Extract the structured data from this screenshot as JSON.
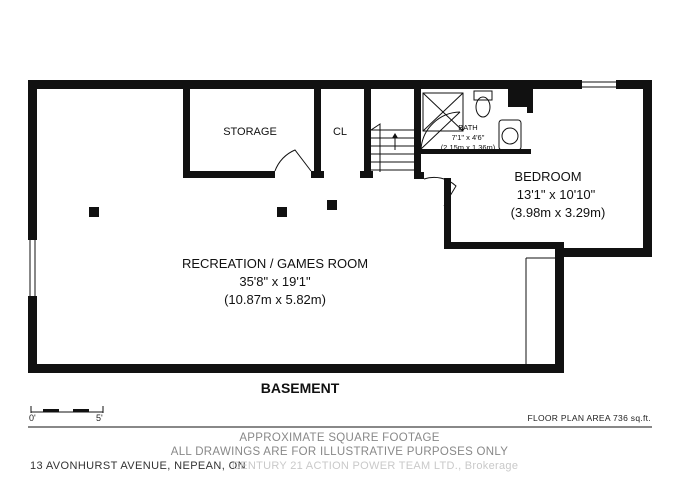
{
  "floor": {
    "title": "BASEMENT",
    "area_label": "FLOOR PLAN AREA 736 sq.ft."
  },
  "rooms": {
    "storage": {
      "name": "STORAGE"
    },
    "closet": {
      "name": "CL"
    },
    "bath": {
      "name": "BATH",
      "dim_imperial": "7'1\" x 4'6\"",
      "dim_metric": "(2.15m x 1.36m)"
    },
    "bedroom": {
      "name": "BEDROOM",
      "dim_imperial": "13'1\" x 10'10\"",
      "dim_metric": "(3.98m x 3.29m)"
    },
    "recreation": {
      "name": "RECREATION / GAMES ROOM",
      "dim_imperial": "35'8\" x 19'1\"",
      "dim_metric": "(10.87m x 5.82m)"
    }
  },
  "scale": {
    "start": "0'",
    "end": "5'"
  },
  "footer": {
    "line1": "APPROXIMATE SQUARE FOOTAGE",
    "line2": "ALL DRAWINGS ARE FOR ILLUSTRATIVE PURPOSES ONLY",
    "address": "13 AVONHURST AVENUE, NEPEAN, ON",
    "watermark": "CENTURY 21 ACTION POWER TEAM LTD., Brokerage"
  },
  "colors": {
    "wall": "#111111",
    "background": "#ffffff",
    "footer_text": "#888888"
  }
}
